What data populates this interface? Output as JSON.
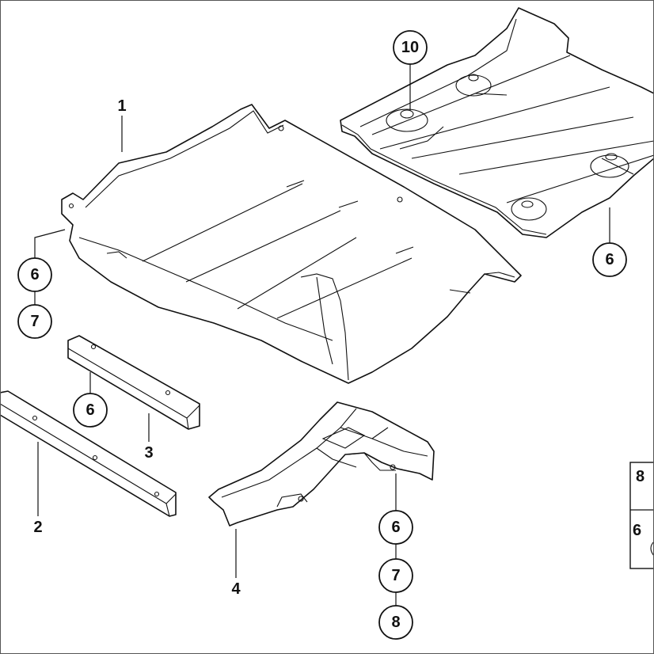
{
  "diagram": {
    "part_labels": [
      "1",
      "2",
      "3",
      "4"
    ],
    "callouts": {
      "top_panel": "10",
      "right_panel": "6",
      "left_group": [
        "6",
        "7"
      ],
      "strip_3": "6",
      "bracket_4": [
        "6",
        "7",
        "8"
      ]
    },
    "legend": {
      "row1": "8",
      "row2": "6"
    }
  }
}
